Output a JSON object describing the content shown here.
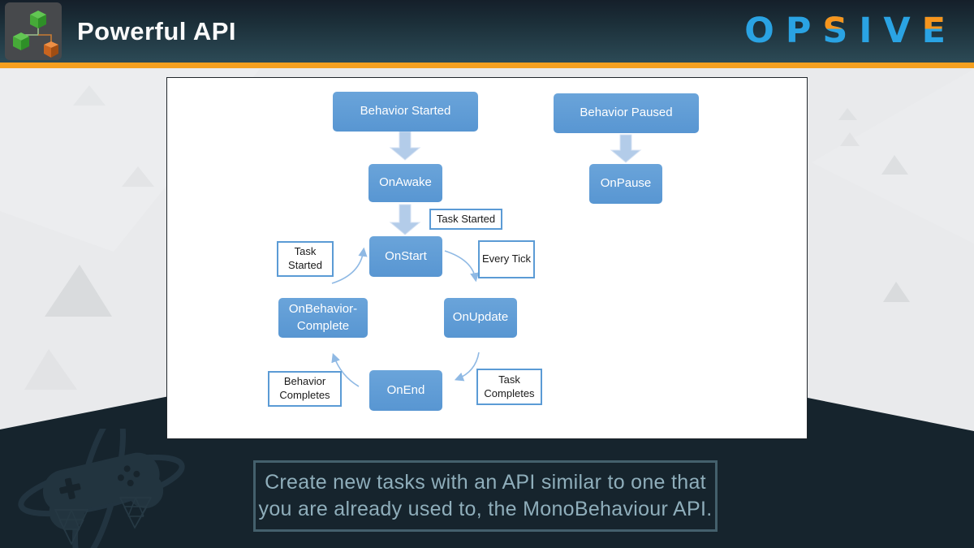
{
  "header": {
    "title": "Powerful API",
    "logo_icon": "behavior-tree-cubes-icon",
    "brand": {
      "name": "OPSIVE",
      "letters": [
        {
          "char": "O",
          "accent": false
        },
        {
          "char": "P",
          "accent": false
        },
        {
          "char": "S",
          "accent": true
        },
        {
          "char": "I",
          "accent": false
        },
        {
          "char": "V",
          "accent": false
        },
        {
          "char": "E",
          "accent": true
        }
      ]
    }
  },
  "flowchart": {
    "nodes": {
      "behavior_started": "Behavior Started",
      "onawake": "OnAwake",
      "onstart": "OnStart",
      "onupdate": "OnUpdate",
      "onend": "OnEnd",
      "onbehavior_complete": "OnBehavior-Complete",
      "behavior_paused": "Behavior Paused",
      "onpause": "OnPause"
    },
    "labels": {
      "task_started_top": "Task Started",
      "task_started_left": "Task Started",
      "every_tick": "Every Tick",
      "behavior_completes": "Behavior Completes",
      "task_completes": "Task Completes"
    }
  },
  "caption": {
    "line1": "Create new tasks with an API similar to one that",
    "line2": "you are already used to, the MonoBehaviour API."
  },
  "colors": {
    "accent_orange": "#F5A01F",
    "brand_blue": "#2AA3E3",
    "brand_accent_orange": "#F6951D",
    "node_blue": "#5B9BD5",
    "block_arrow_blue": "#B3CCE9",
    "connector_blue": "#8FB9E4",
    "header_teal": "#2C4A56",
    "footer_dark": "#16242D",
    "caption_text": "#8FAEBB",
    "background_gray": "#E9EAEC"
  }
}
